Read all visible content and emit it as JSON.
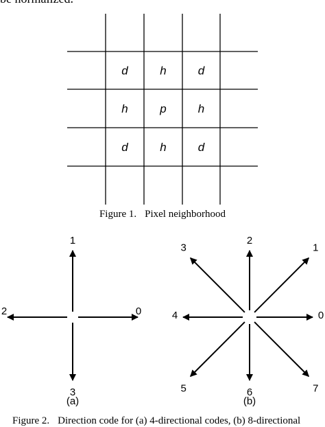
{
  "page": {
    "top_text": "be normalized."
  },
  "figure1": {
    "cells": [
      [
        "d",
        "h",
        "d"
      ],
      [
        "h",
        "p",
        "h"
      ],
      [
        "d",
        "h",
        "d"
      ]
    ],
    "caption_label": "Figure 1.",
    "caption_title": "Pixel neighborhood"
  },
  "figure2": {
    "panel_a": {
      "label": "(a)",
      "directions": [
        {
          "code": "0",
          "angle": 0
        },
        {
          "code": "1",
          "angle": 90
        },
        {
          "code": "2",
          "angle": 180
        },
        {
          "code": "3",
          "angle": 270
        }
      ]
    },
    "panel_b": {
      "label": "(b)",
      "directions": [
        {
          "code": "0",
          "angle": 0
        },
        {
          "code": "1",
          "angle": 45
        },
        {
          "code": "2",
          "angle": 90
        },
        {
          "code": "3",
          "angle": 135
        },
        {
          "code": "4",
          "angle": 180
        },
        {
          "code": "5",
          "angle": 225
        },
        {
          "code": "6",
          "angle": 270
        },
        {
          "code": "7",
          "angle": 315
        }
      ]
    },
    "caption_label": "Figure 2.",
    "caption_title": "Direction code for (a) 4-directional codes, (b) 8-directional"
  },
  "colors": {
    "ink": "#000000",
    "background": "#ffffff"
  }
}
